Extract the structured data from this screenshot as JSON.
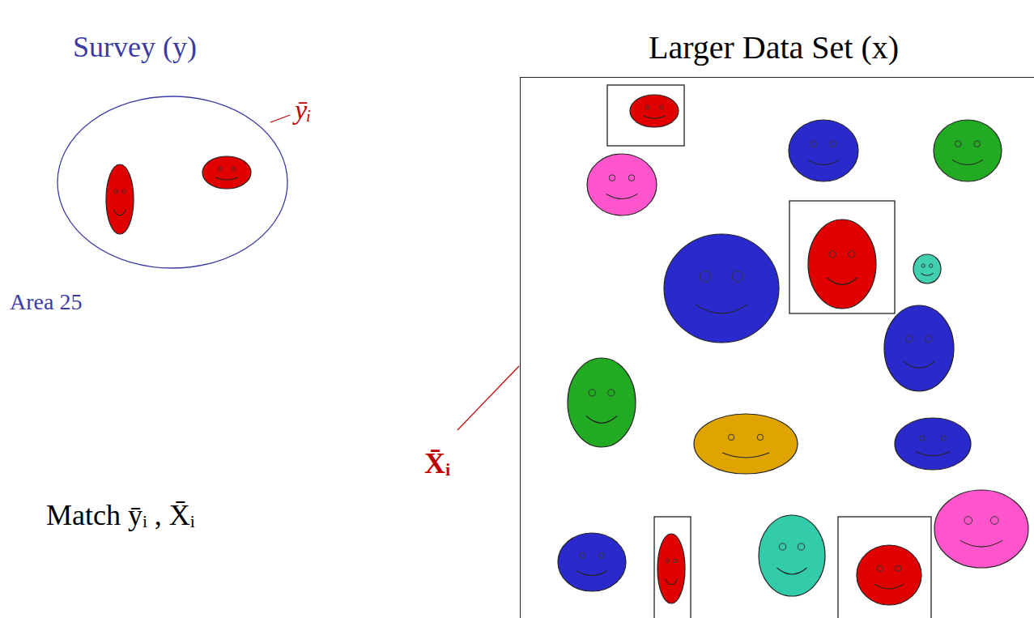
{
  "diagram": {
    "nodes": [
      {
        "text": [
          "Survey (y)"
        ]
      },
      {
        "text": [
          "Larger Data Set (x)"
        ]
      }
    ],
    "labels": [
      "ȳᵢ",
      "Area 25",
      "X̄ᵢ",
      "Match ȳᵢ , X̄ᵢ"
    ]
  }
}
